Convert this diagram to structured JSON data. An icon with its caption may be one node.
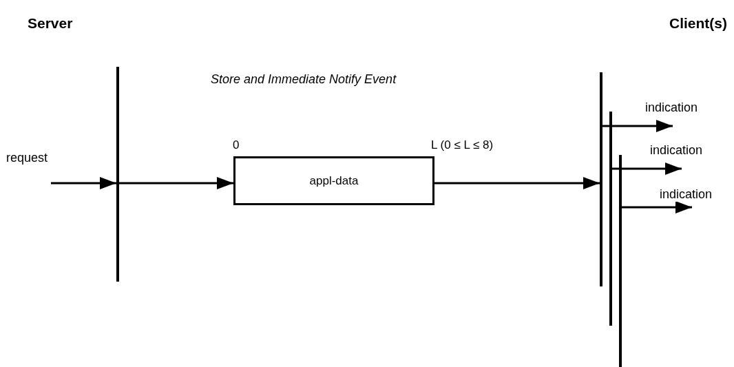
{
  "diagram": {
    "nodes": [
      {
        "text": [],
        "shape": "bar"
      },
      {
        "text": [
          "appl-data"
        ],
        "beside": [
          "0",
          "L (0 ≤ L ≤ 8)"
        ]
      },
      {
        "text": [],
        "shape": "bar"
      },
      {
        "text": [],
        "shape": "bar"
      },
      {
        "text": [],
        "shape": "bar"
      }
    ],
    "edges": [
      {
        "from": null,
        "to": 0,
        "arrow": "to",
        "label": "request"
      },
      {
        "from": 0,
        "to": 1,
        "arrow": "to"
      },
      {
        "from": 1,
        "to": 2,
        "arrow": "to"
      },
      {
        "from": 2,
        "to": null,
        "arrow": "to",
        "label": "indication"
      },
      {
        "from": 3,
        "to": null,
        "arrow": "to",
        "label": "indication"
      },
      {
        "from": 4,
        "to": null,
        "arrow": "to",
        "label": "indication"
      }
    ],
    "labels": [
      "Server",
      "Client(s)",
      "Store and Immediate Notify Event"
    ]
  }
}
